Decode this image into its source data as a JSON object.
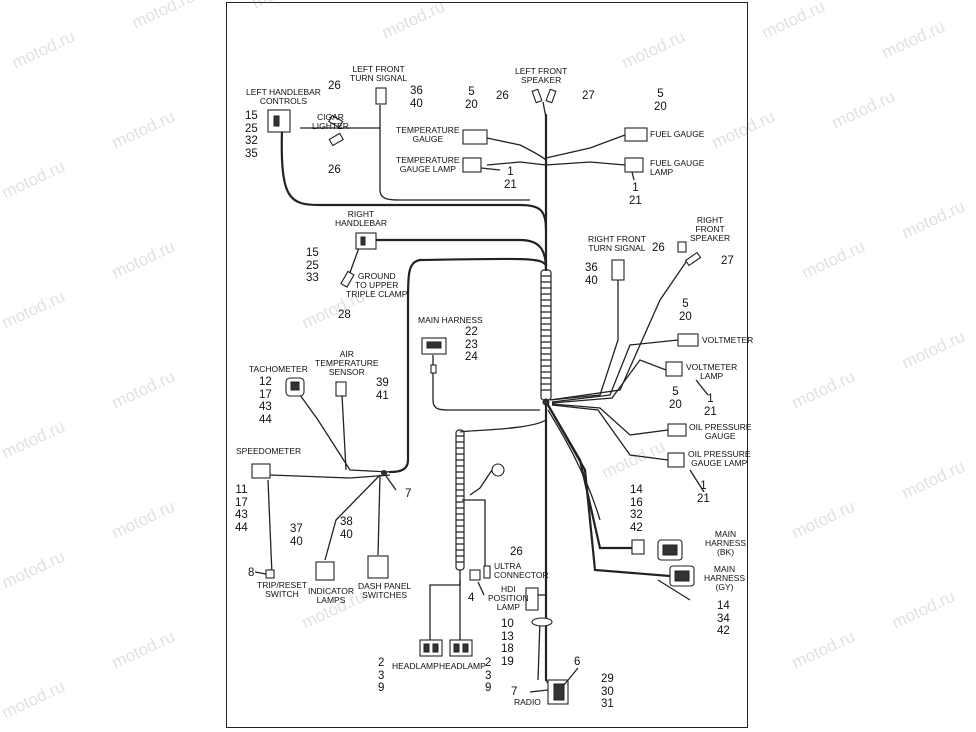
{
  "watermark": "motod.ru",
  "components": {
    "left_handlebar_controls": {
      "label": "LEFT HANDLEBAR\nCONTROLS",
      "nums": "15\n25\n32\n35"
    },
    "left_front_turn_signal": {
      "label": "LEFT FRONT\nTURN SIGNAL",
      "nums": "36\n40"
    },
    "cigar_lighter": {
      "label": "CIGAR\nLIGHTER",
      "num_top": "26",
      "num_bottom": "26"
    },
    "temperature_gauge": {
      "label": "TEMPERATURE\nGAUGE",
      "nums": "5\n20"
    },
    "temperature_gauge_lamp": {
      "label": "TEMPERATURE\nGAUGE LAMP",
      "nums": "1\n21"
    },
    "left_front_speaker": {
      "label": "LEFT FRONT\nSPEAKER",
      "num_left": "26",
      "num_right": "27"
    },
    "fuel_gauge": {
      "label": "FUEL GAUGE",
      "nums": "5\n20"
    },
    "fuel_gauge_lamp": {
      "label": "FUEL GAUGE\nLAMP",
      "nums": "1\n21"
    },
    "right_handlebar": {
      "label": "RIGHT\nHANDLEBAR",
      "nums": "15\n25\n33"
    },
    "ground_upper_triple_clamp": {
      "label": "GROUND\nTO UPPER\nTRIPLE CLAMP",
      "num": "28"
    },
    "right_front_turn_signal": {
      "label": "RIGHT FRONT\nTURN SIGNAL",
      "nums": "36\n40"
    },
    "right_front_speaker": {
      "label": "RIGHT\nFRONT\nSPEAKER",
      "num_left": "26",
      "num_right": "27"
    },
    "main_harness": {
      "label": "MAIN HARNESS",
      "nums": "22\n23\n24"
    },
    "voltmeter": {
      "label": "VOLTMETER",
      "nums": "5\n20"
    },
    "voltmeter_lamp": {
      "label": "VOLTMETER\nLAMP",
      "nums": "1\n21"
    },
    "oil_pressure_gauge": {
      "label": "OIL PRESSURE\nGAUGE",
      "nums": "5\n20"
    },
    "oil_pressure_gauge_lamp": {
      "label": "OIL PRESSURE\nGAUGE LAMP",
      "nums": "1\n21"
    },
    "tachometer": {
      "label": "TACHOMETER",
      "nums": "12\n17\n43\n44"
    },
    "air_temperature_sensor": {
      "label": "AIR\nTEMPERATURE\nSENSOR",
      "nums": "39\n41"
    },
    "speedometer": {
      "label": "SPEEDOMETER",
      "nums": "11\n17\n43\n44"
    },
    "splice_7_upper": {
      "num": "7"
    },
    "trip_reset_switch": {
      "label": "TRIP/RESET\nSWITCH",
      "num": "8"
    },
    "indicator_lamps": {
      "label": "INDICATOR\nLAMPS",
      "nums": "37\n40"
    },
    "dash_panel_switches": {
      "label": "DASH PANEL\nSWITCHES",
      "nums": "38\n40"
    },
    "main_harness_bk": {
      "label": "MAIN\nHARNESS\n(BK)",
      "nums": "14\n16\n32\n42"
    },
    "main_harness_gy": {
      "label": "MAIN\nHARNESS\n(GY)",
      "nums": "14\n34\n42"
    },
    "ultra_connector": {
      "label": "ULTRA\nCONNECTOR",
      "num_top": "26",
      "num_side": "4"
    },
    "hdi_position_lamp": {
      "label": "HDI\nPOSITION\nLAMP",
      "nums": "10\n13\n18\n19"
    },
    "headlamp_left": {
      "label": "HEADLAMP",
      "nums": "2\n3\n9"
    },
    "headlamp_right": {
      "label": "HEADLAMP",
      "nums": "2\n3\n9"
    },
    "radio": {
      "label": "RADIO",
      "num_left": "7",
      "num_top": "6",
      "nums": "29\n30\n31"
    }
  }
}
